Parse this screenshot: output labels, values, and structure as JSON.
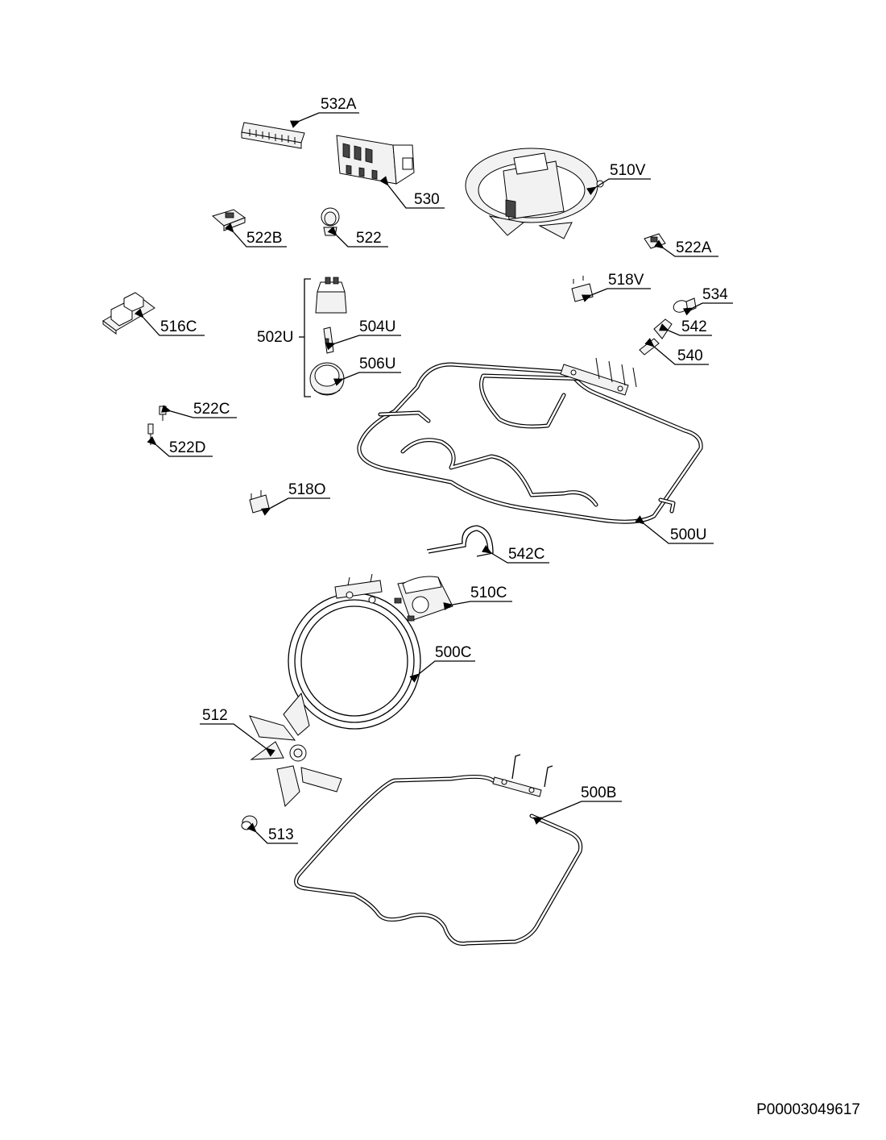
{
  "document_id": "P00003049617",
  "callouts": {
    "c532A": "532A",
    "c530": "530",
    "c510V": "510V",
    "c522B": "522B",
    "c522": "522",
    "c522A": "522A",
    "c518V": "518V",
    "c534": "534",
    "c516C": "516C",
    "c502U": "502U",
    "c504U": "504U",
    "c542": "542",
    "c540": "540",
    "c506U": "506U",
    "c522C": "522C",
    "c522D": "522D",
    "c518O": "518O",
    "c500U": "500U",
    "c542C": "542C",
    "c510C": "510C",
    "c500C": "500C",
    "c512": "512",
    "c500B": "500B",
    "c513": "513"
  }
}
